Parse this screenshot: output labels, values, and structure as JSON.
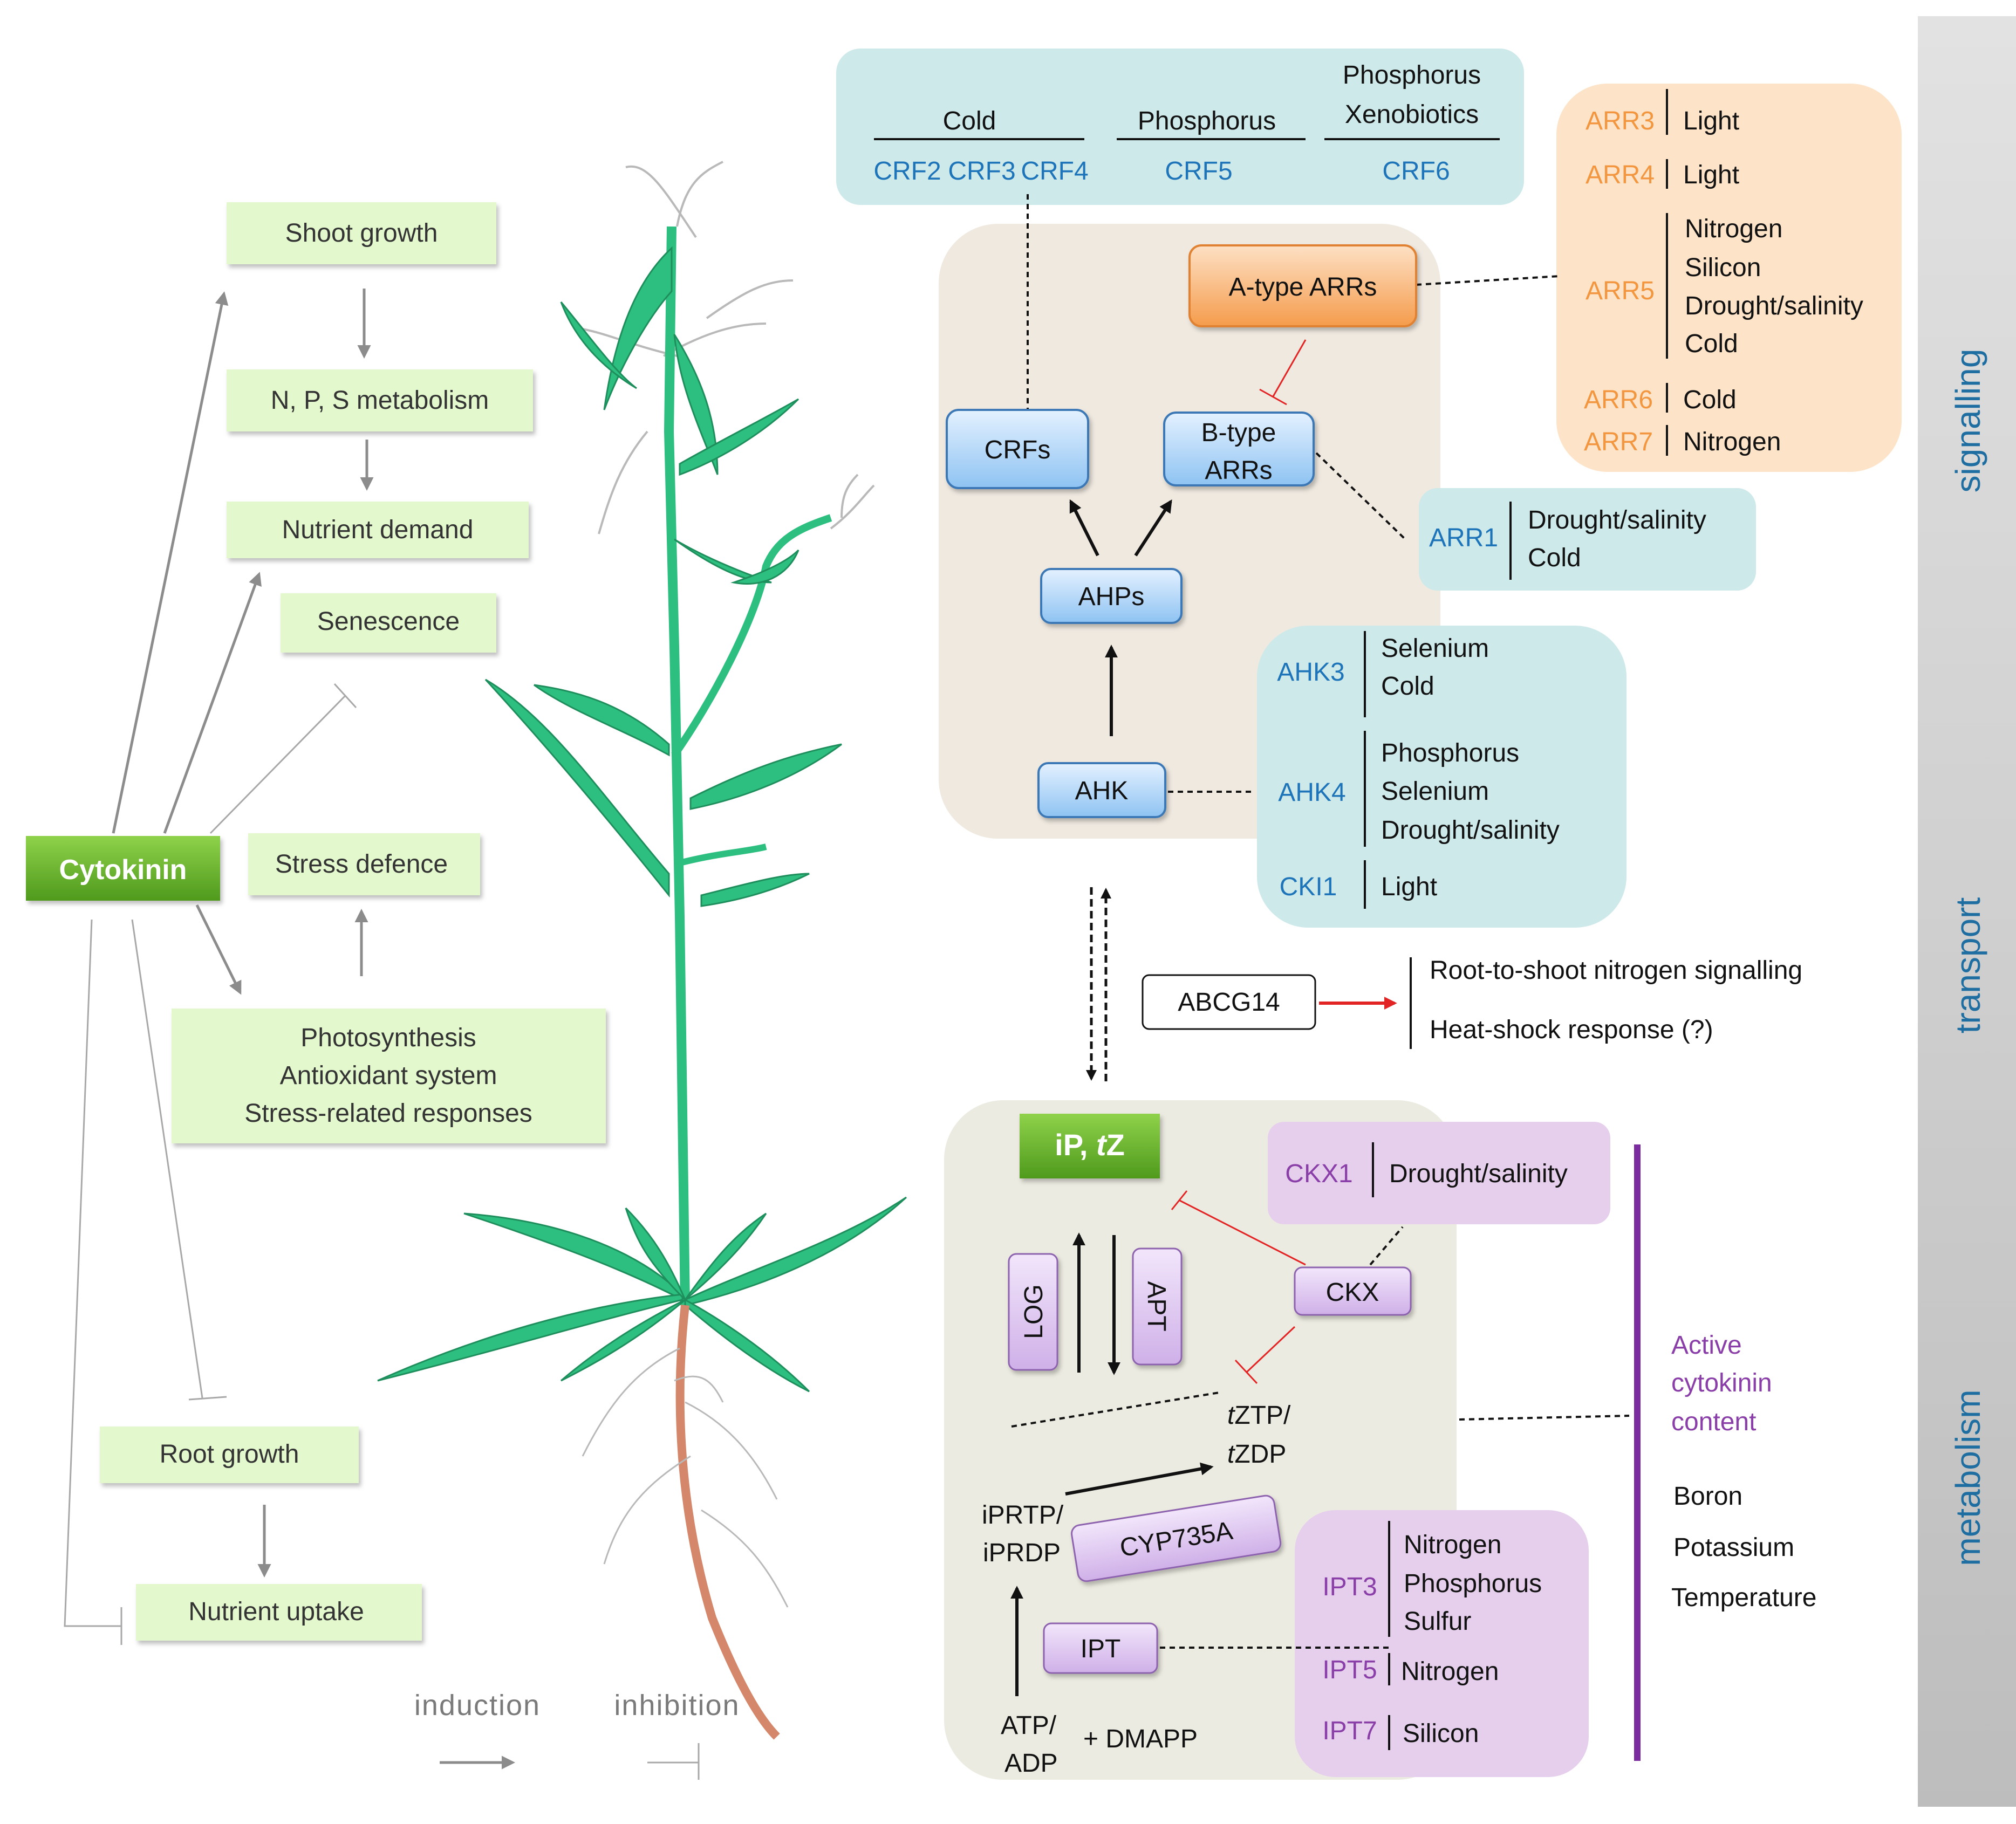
{
  "effects": {
    "cytokinin": "Cytokinin",
    "shoot_growth": "Shoot growth",
    "npS_metabolism": "N, P, S metabolism",
    "nutrient_demand": "Nutrient demand",
    "senescence": "Senescence",
    "stress_defence": "Stress defence",
    "photo_lines": [
      "Photosynthesis",
      "Antioxidant system",
      "Stress-related responses"
    ],
    "root_growth": "Root growth",
    "nutrient_uptake": "Nutrient uptake"
  },
  "legend": {
    "induction": "induction",
    "inhibition": "inhibition"
  },
  "crf_panel": {
    "cold": "Cold",
    "phosphorus": "Phosphorus",
    "phos_xeno": [
      "Phosphorus",
      "Xenobiotics"
    ],
    "crf2": "CRF2",
    "crf3": "CRF3",
    "crf4": "CRF4",
    "crf5": "CRF5",
    "crf6": "CRF6"
  },
  "signalling": {
    "a_type": "A-type ARRs",
    "crfs": "CRFs",
    "b_type": [
      "B-type",
      "ARRs"
    ],
    "ahps": "AHPs",
    "ahk": "AHK"
  },
  "arr_panel": [
    {
      "gene": "ARR3",
      "cues": [
        "Light"
      ]
    },
    {
      "gene": "ARR4",
      "cues": [
        "Light"
      ]
    },
    {
      "gene": "ARR5",
      "cues": [
        "Nitrogen",
        "Silicon",
        "Drought/salinity",
        "Cold"
      ]
    },
    {
      "gene": "ARR6",
      "cues": [
        "Cold"
      ]
    },
    {
      "gene": "ARR7",
      "cues": [
        "Nitrogen"
      ]
    }
  ],
  "arr1_panel": {
    "gene": "ARR1",
    "cues": [
      "Drought/salinity",
      "Cold"
    ]
  },
  "ahk_panel": [
    {
      "gene": "AHK3",
      "cues": [
        "Selenium",
        "Cold"
      ]
    },
    {
      "gene": "AHK4",
      "cues": [
        "Phosphorus",
        "Selenium",
        "Drought/salinity"
      ]
    },
    {
      "gene": "CKI1",
      "cues": [
        "Light"
      ]
    }
  ],
  "transport": {
    "abcg14": "ABCG14",
    "outcomes": [
      "Root-to-shoot nitrogen signalling",
      "Heat-shock response (?)"
    ]
  },
  "metabolism": {
    "ip_tz": "iP, tZ",
    "log": "LOG",
    "apt": "APT",
    "ckx": "CKX",
    "tztp": [
      "tZTP/",
      "tZDP"
    ],
    "iprtp": [
      "iPRTP/",
      "iPRDP"
    ],
    "cyp": "CYP735A",
    "ipt": "IPT",
    "atp": [
      "ATP/",
      "ADP"
    ],
    "dmapp": "+ DMAPP"
  },
  "ckx1_panel": {
    "gene": "CKX1",
    "cues": [
      "Drought/salinity"
    ]
  },
  "ipt_panel": [
    {
      "gene": "IPT3",
      "cues": [
        "Nitrogen",
        "Phosphorus",
        "Sulfur"
      ]
    },
    {
      "gene": "IPT5",
      "cues": [
        "Nitrogen"
      ]
    },
    {
      "gene": "IPT7",
      "cues": [
        "Silicon"
      ]
    }
  ],
  "active_content": {
    "title": [
      "Active",
      "cytokinin",
      "content"
    ],
    "factors": [
      "Boron",
      "Potassium",
      "Temperature"
    ]
  },
  "sidebar": {
    "signalling": "signalling",
    "transport": "transport",
    "metabolism": "metabolism"
  }
}
